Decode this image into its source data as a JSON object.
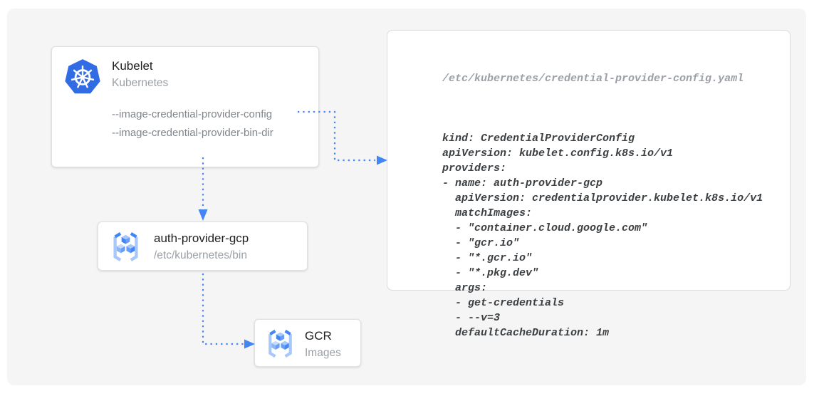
{
  "nodes": {
    "kubelet": {
      "title": "Kubelet",
      "subtitle": "Kubernetes",
      "icon": "kubernetes-icon",
      "flags": [
        "--image-credential-provider-config",
        "--image-credential-provider-bin-dir"
      ]
    },
    "auth_provider_gcp": {
      "title": "auth-provider-gcp",
      "subtitle": "/etc/kubernetes/bin",
      "icon": "gcr-icon"
    },
    "gcr": {
      "title": "GCR",
      "subtitle": "Images",
      "icon": "gcr-icon"
    }
  },
  "code_panel": {
    "filename": "/etc/kubernetes/credential-provider-config.yaml",
    "lines": [
      "kind: CredentialProviderConfig",
      "apiVersion: kubelet.config.k8s.io/v1",
      "providers:",
      "- name: auth-provider-gcp",
      "  apiVersion: credentialprovider.kubelet.k8s.io/v1",
      "  matchImages:",
      "  - \"container.cloud.google.com\"",
      "  - \"gcr.io\"",
      "  - \"*.gcr.io\"",
      "  - \"*.pkg.dev\"",
      "  args:",
      "  - get-credentials",
      "  - --v=3",
      "  defaultCacheDuration: 1m"
    ]
  },
  "edges": [
    "kubelet --image-credential-provider-config -> credential-provider-config.yaml",
    "kubelet -> auth-provider-gcp",
    "auth-provider-gcp -> GCR"
  ],
  "colors": {
    "arrow_blue": "#4285F4",
    "kubernetes_blue": "#326CE5",
    "gcr_light_blue": "#A8C7FA",
    "gcr_mid_blue": "#669DF6",
    "canvas_background": "#F5F5F5"
  }
}
